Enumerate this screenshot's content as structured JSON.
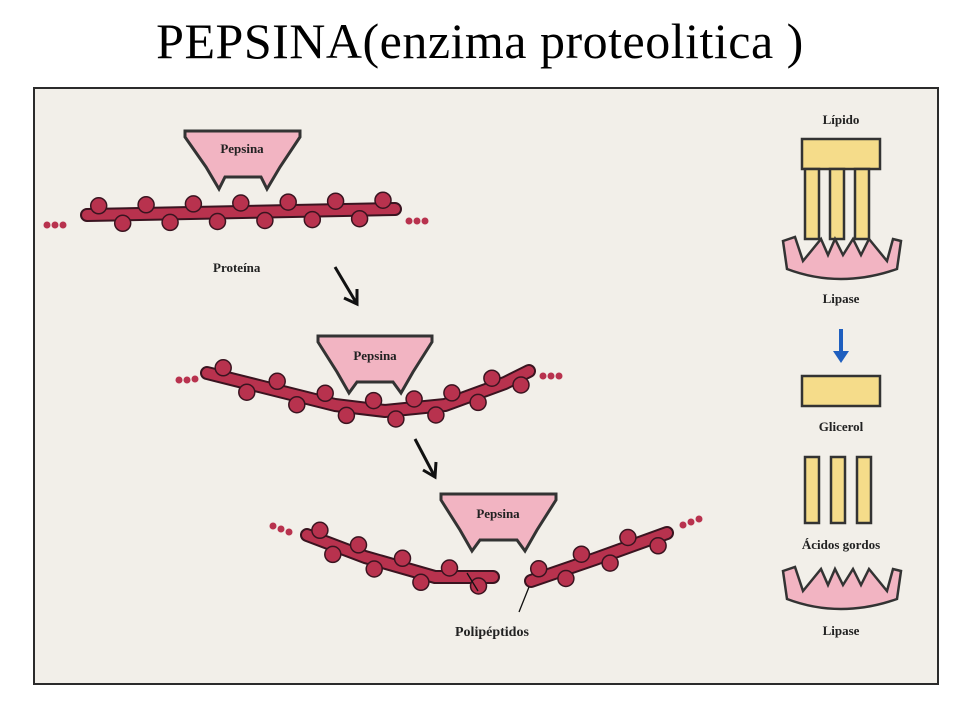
{
  "slide": {
    "title": "PEPSINA(enzima proteolitica )"
  },
  "protein_panel": {
    "enzyme_label": "Pepsina",
    "protein_label": "Proteína",
    "products_label": "Polipéptidos",
    "protein_color": "#b8324e",
    "enzyme_fill": "#f2b4c2",
    "enzyme_stroke": "#333333"
  },
  "lipid_panel": {
    "lipid_label": "Lípido",
    "lipase_label_top": "Lipase",
    "glycerol_label": "Glicerol",
    "fatty_acids_label": "Ácidos gordos",
    "lipase_label_bottom": "Lipase",
    "lipid_fill": "#f5dc8a",
    "lipase_fill": "#f2b4c2",
    "arrow_color": "#1f5fbf"
  },
  "icons": {
    "step_arrow_1": "down-right-arrow-icon",
    "step_arrow_2": "down-right-arrow-icon",
    "lipid_arrow": "down-arrow-icon"
  }
}
